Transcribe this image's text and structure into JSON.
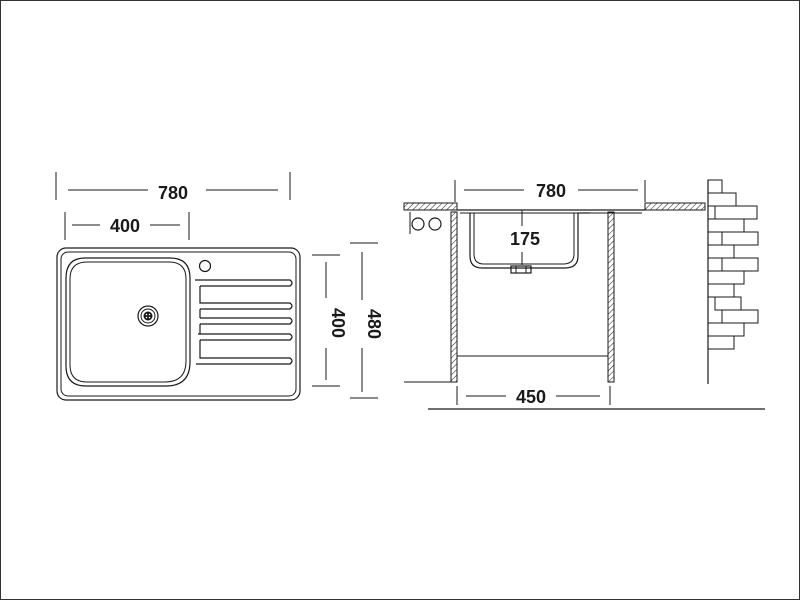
{
  "diagram": {
    "top_view": {
      "overall_width": "780",
      "bowl_width": "400",
      "overall_depth": "480",
      "bowl_depth": "400"
    },
    "side_view": {
      "overall_width": "780",
      "bowl_height": "175",
      "cabinet_width": "450"
    }
  }
}
